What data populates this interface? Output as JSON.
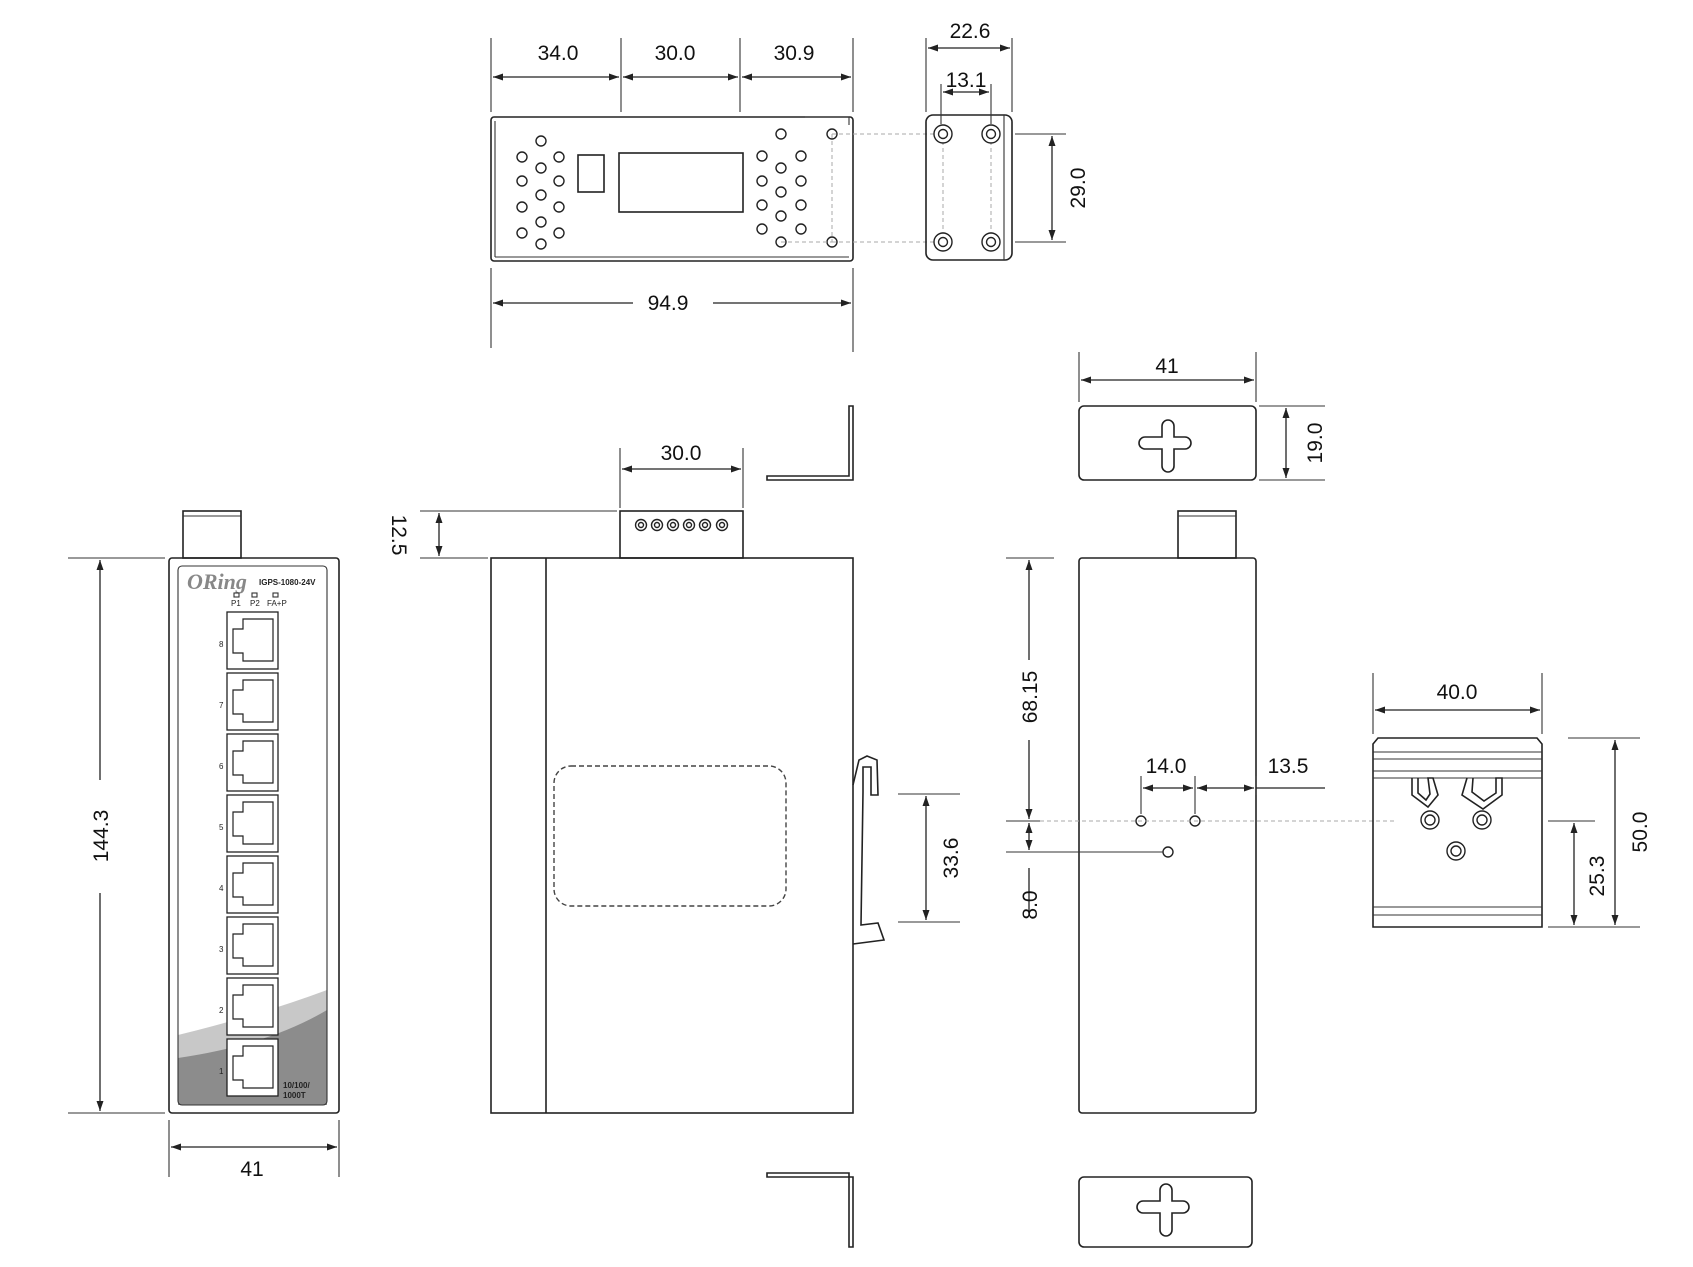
{
  "dimensions": {
    "top_width_a": "34.0",
    "top_width_b": "30.0",
    "top_width_c": "30.9",
    "top_total_width": "94.9",
    "bracket_width": "22.6",
    "bracket_hole_spacing": "13.1",
    "bracket_hole_height": "29.0",
    "front_height": "144.3",
    "front_width": "41",
    "terminal_width": "30.0",
    "terminal_height": "12.5",
    "din_clip_height": "33.6",
    "mount_plate_width": "41",
    "mount_plate_height": "19.0",
    "back_hole_from_top": "68.15",
    "back_hole_offset": "8.0",
    "back_hole_spacing": "14.0",
    "back_hole_edge": "13.5",
    "din_clip_width": "40.0",
    "din_clip_total_height": "50.0",
    "din_clip_hole_height": "25.3"
  },
  "device": {
    "brand": "ORing",
    "model": "IGPS-1080-24V",
    "led_labels": [
      "P1",
      "P2",
      "FA+P"
    ],
    "port_numbers": [
      "8",
      "7",
      "6",
      "5",
      "4",
      "3",
      "2",
      "1"
    ],
    "port_caption_line1": "10/100/",
    "port_caption_line2": "1000T"
  },
  "colors": {
    "line": "#222222",
    "panel_dark": "#8c8c8c",
    "panel_light": "#c8c8c8"
  }
}
